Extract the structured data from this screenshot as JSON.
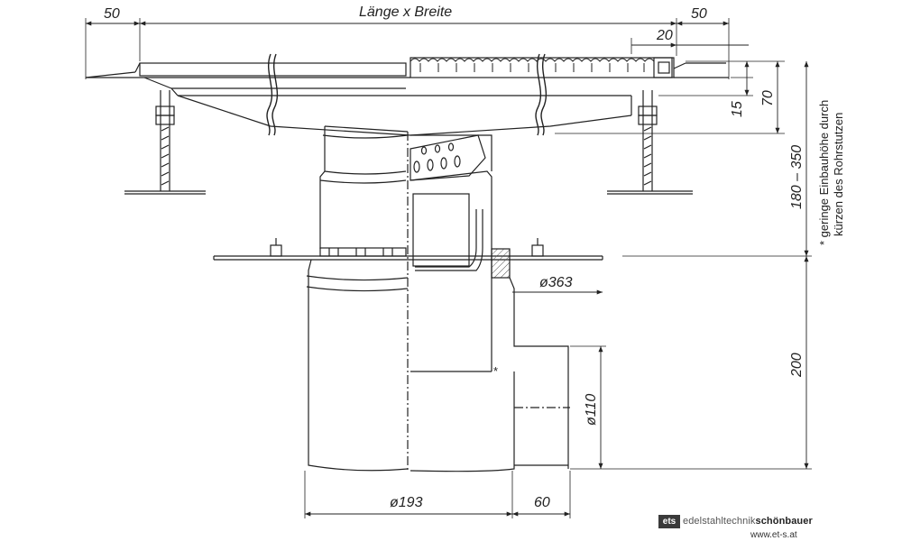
{
  "dimensions": {
    "top_left_margin": "50",
    "top_center": "Länge x Breite",
    "top_right_margin": "50",
    "flange_offset": "20",
    "grate_depth": "15",
    "frame_height": "70",
    "body_height_range": "180 – 350",
    "lower_height": "200",
    "flange_diameter": "ø363",
    "outlet_diameter": "ø110",
    "pipe_diameter": "ø193",
    "outlet_length": "60"
  },
  "notes": {
    "asterisk": "*",
    "footnote_line1": "* geringe Einbauhöhe durch",
    "footnote_line2": "kürzen des Rohrstutzen"
  },
  "brand": {
    "logo_mark": "ets",
    "name_light": "edelstahltechnik",
    "name_bold": "schönbauer",
    "url": "www.et-s.at"
  }
}
